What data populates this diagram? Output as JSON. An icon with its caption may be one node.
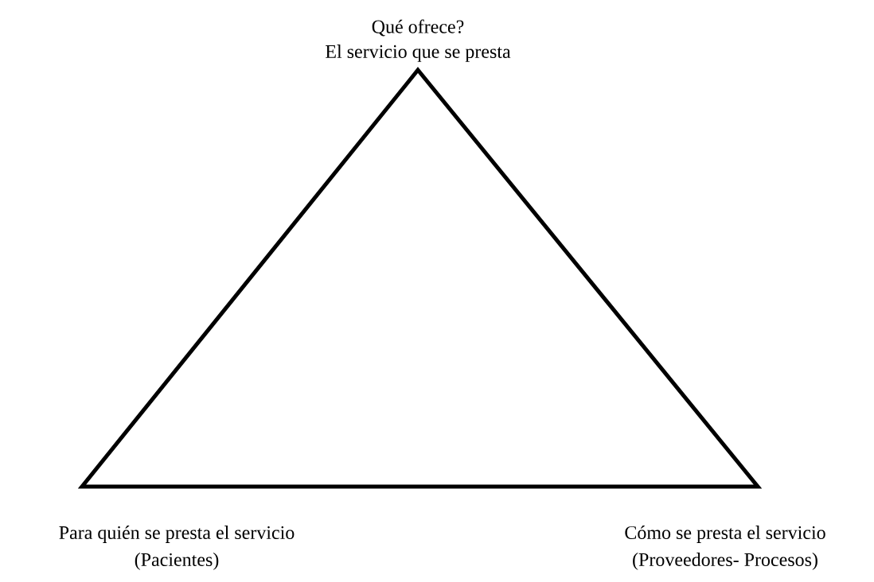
{
  "diagram": {
    "nodes": [
      {
        "text": [],
        "shape": "triangle"
      }
    ],
    "labels": [
      "Qué ofrece?",
      "El servicio que se presta",
      "Para quién se presta el servicio",
      "(Pacientes)",
      "Cómo se presta el servicio",
      "(Proveedores- Procesos)"
    ]
  }
}
